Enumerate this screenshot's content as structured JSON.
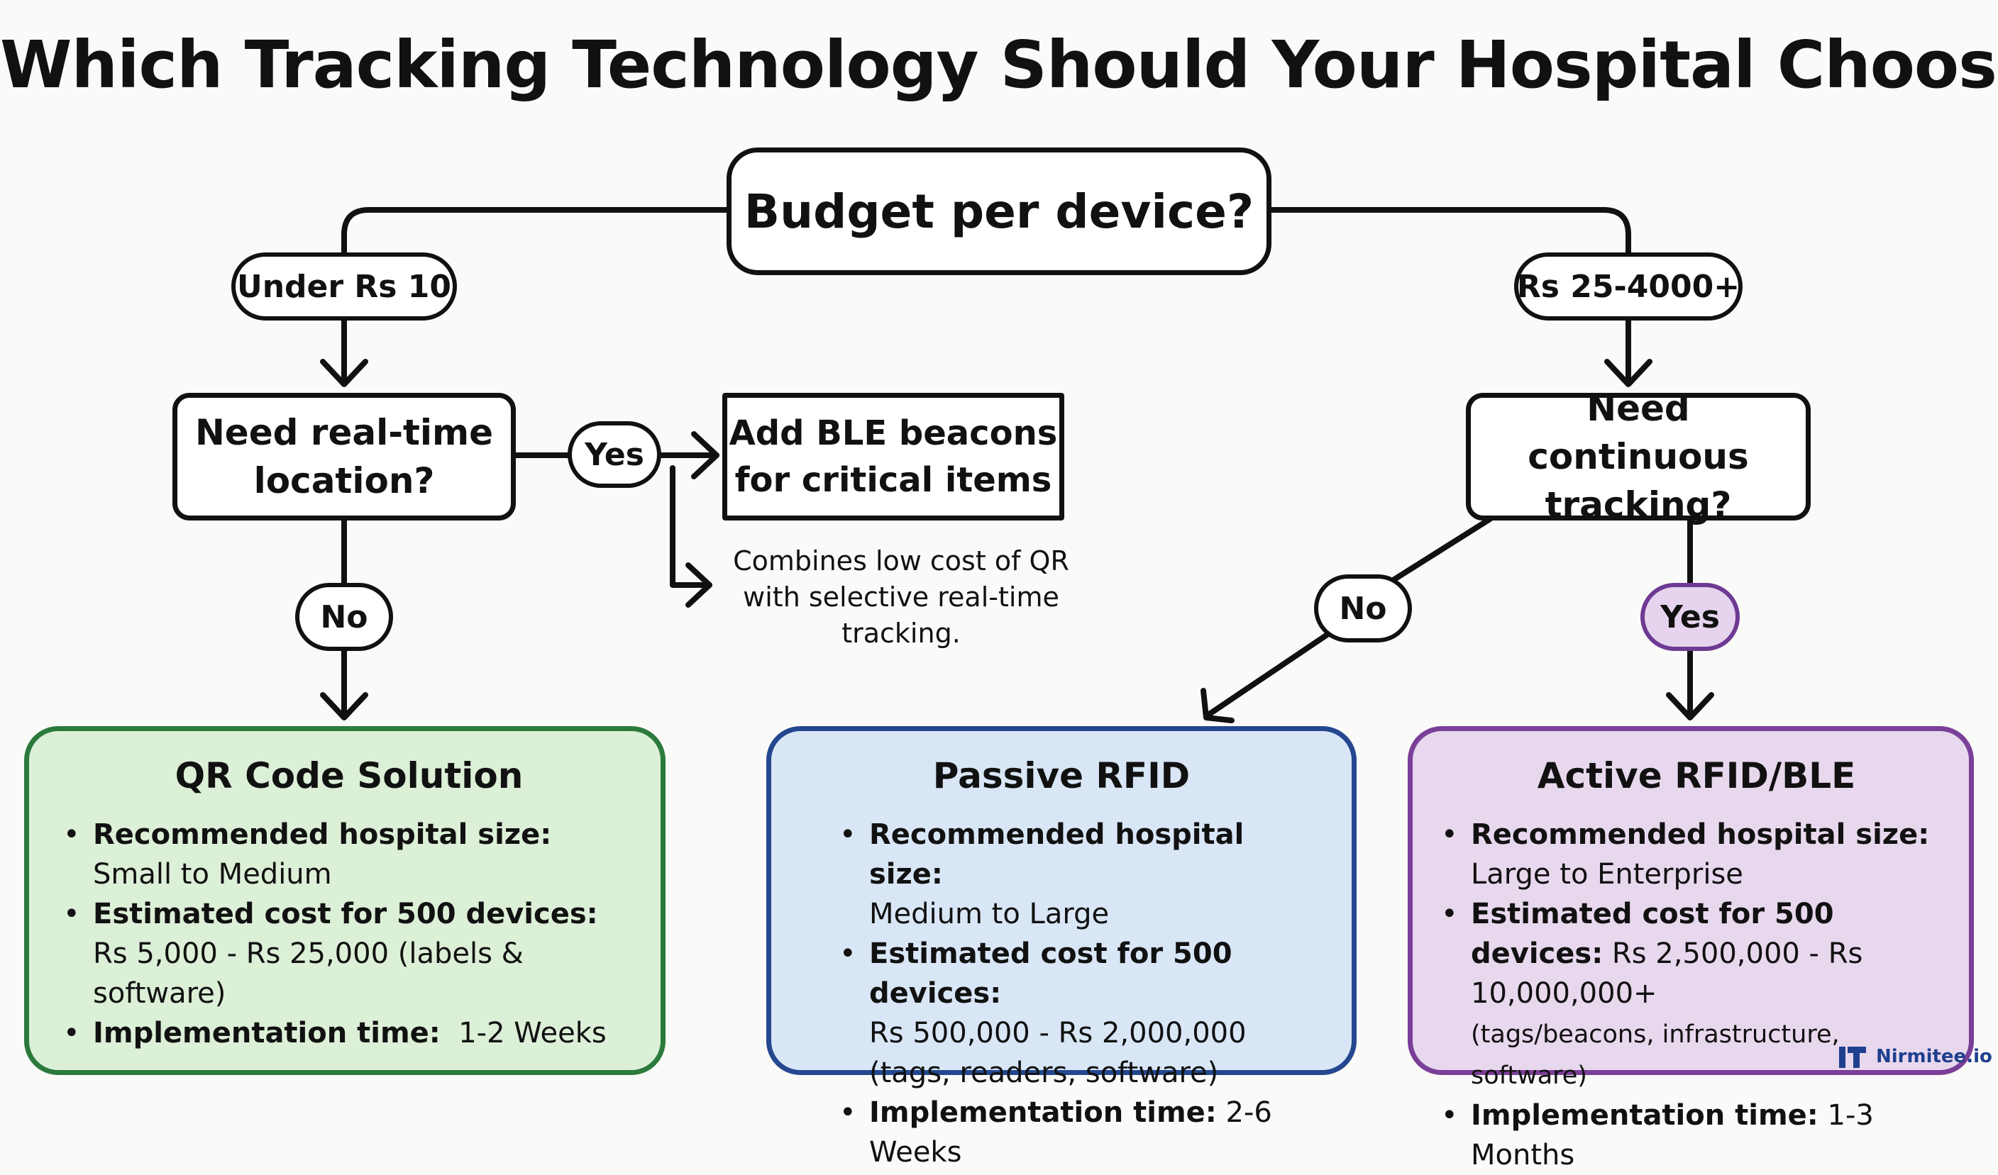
{
  "title": "Which Tracking Technology Should Your Hospital Choose?",
  "nodes": {
    "budget": "Budget per device?",
    "realtime_line1": "Need real-time",
    "realtime_line2": "location?",
    "ble_line1": "Add BLE beacons",
    "ble_line2": "for critical items",
    "continuous_line1": "Need continuous",
    "continuous_line2": "tracking?"
  },
  "edge_labels": {
    "under": "Under Rs 10",
    "rs_range": "Rs 25-4000+",
    "yes_left": "Yes",
    "no_left": "No",
    "no_right": "No",
    "yes_right": "Yes"
  },
  "note": {
    "line1": "Combines low cost of QR",
    "line2": "with selective real-time",
    "line3": "tracking."
  },
  "cards": {
    "qr": {
      "title": "QR Code Solution",
      "size_label": "Recommended hospital size:",
      "size_value": "Small to Medium",
      "cost_label": "Estimated cost for 500 devices:",
      "cost_value": "Rs 5,000 - Rs 25,000 (labels & software)",
      "time_label": "Implementation time:",
      "time_value": "1-2 Weeks"
    },
    "passive": {
      "title": "Passive RFID",
      "size_label": "Recommended hospital size:",
      "size_value": "Medium to Large",
      "cost_label": "Estimated cost for 500 devices:",
      "cost_value": "Rs 500,000 - Rs 2,000,000",
      "cost_detail": "(tags, readers, software)",
      "time_label": "Implementation time:",
      "time_value": "2-6 Weeks"
    },
    "active": {
      "title": "Active RFID/BLE",
      "size_label": "Recommended hospital size:",
      "size_value": "Large to Enterprise",
      "cost_label": "Estimated cost for 500 devices:",
      "cost_value": "Rs 2,500,000 - Rs 10,000,000+",
      "cost_detail": "(tags/beacons, infrastructure, software)",
      "time_label": "Implementation time:",
      "time_value": "1-3 Months"
    }
  },
  "brand": "Nirmitee.io",
  "colors": {
    "green_fill": "#dcefd7",
    "green_border": "#2b7a3c",
    "blue_fill": "#d8e6f6",
    "blue_border": "#24478f",
    "purple_fill": "#e8d8ee",
    "purple_border": "#7a3f98",
    "brand_blue": "#1f3f8f"
  }
}
